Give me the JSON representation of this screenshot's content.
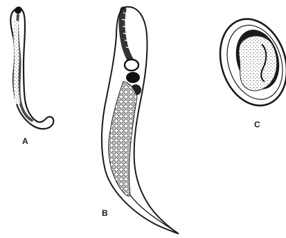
{
  "labels": {
    "a": "A",
    "b": "B",
    "c": "C"
  },
  "colors": {
    "ink": "#1a1a1a",
    "background": "#ffffff"
  }
}
